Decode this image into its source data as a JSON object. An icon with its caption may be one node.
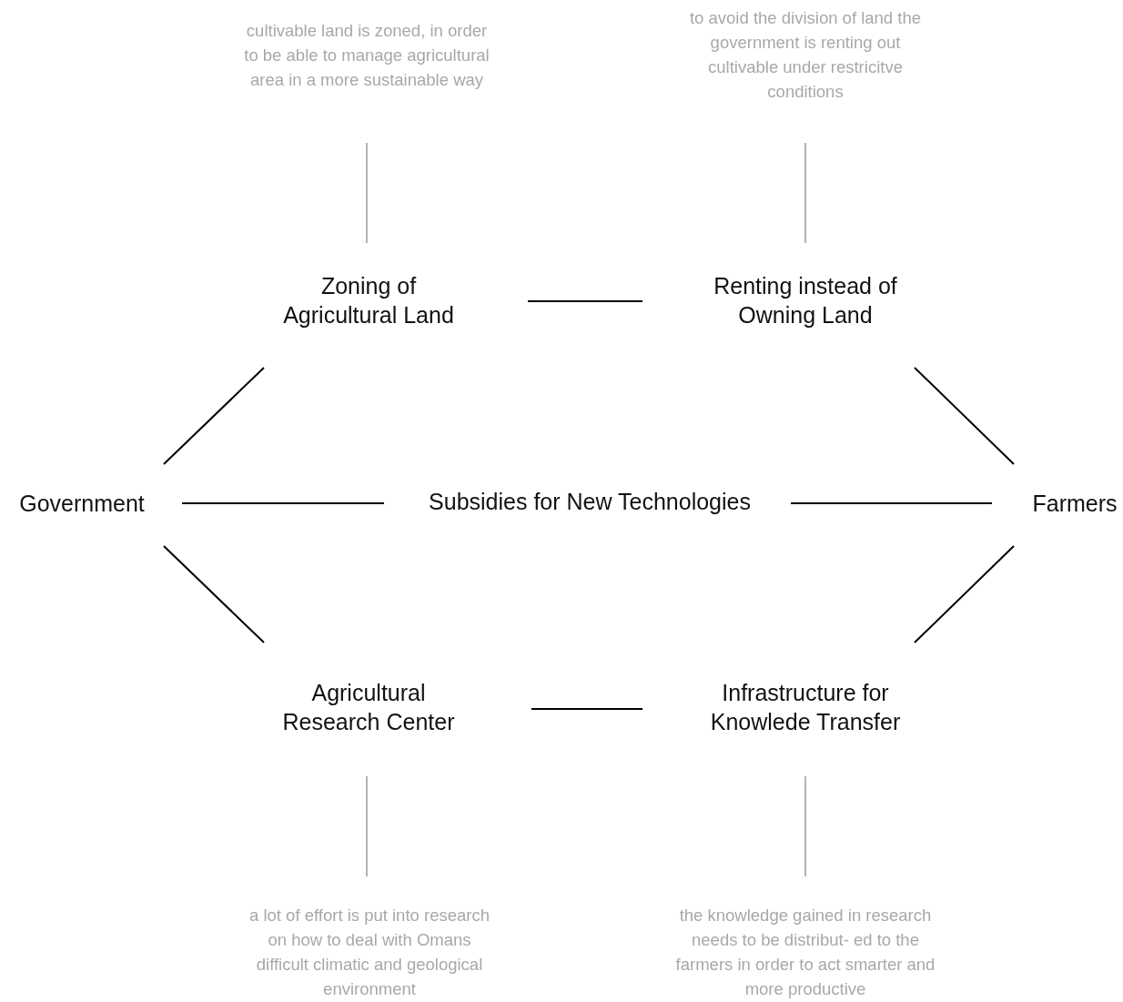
{
  "diagram": {
    "nodes": [
      {
        "text": [
          "Government"
        ]
      },
      {
        "text": [
          "Zoning of Agricultural Land"
        ]
      },
      {
        "text": [
          "Renting instead of Owning Land"
        ]
      },
      {
        "text": [
          "Subsidies for New Technologies"
        ]
      },
      {
        "text": [
          "Farmers"
        ]
      },
      {
        "text": [
          "Agricultural Research Center"
        ]
      },
      {
        "text": [
          "Infrastructure for Knowlede Transfer"
        ]
      },
      {
        "text": [
          "cultivable land is zoned, in order to be able to manage agricultural area in a more sustainable way"
        ]
      },
      {
        "text": [
          "to avoid the division of land the government is renting out cultivable  under restricitve conditions"
        ]
      },
      {
        "text": [
          "a lot of effort is put into research on how to deal with Omans difficult climatic and geological environment"
        ]
      },
      {
        "text": [
          "the knowledge gained in research needs to be distribut- ed to the farmers in order to act smarter and more productive"
        ]
      }
    ],
    "edges": [
      {
        "from": 0,
        "to": 1,
        "arrow": "none"
      },
      {
        "from": 1,
        "to": 2,
        "arrow": "none"
      },
      {
        "from": 2,
        "to": 4,
        "arrow": "none"
      },
      {
        "from": 0,
        "to": 3,
        "arrow": "none"
      },
      {
        "from": 3,
        "to": 4,
        "arrow": "none"
      },
      {
        "from": 0,
        "to": 5,
        "arrow": "none"
      },
      {
        "from": 5,
        "to": 6,
        "arrow": "none"
      },
      {
        "from": 6,
        "to": 4,
        "arrow": "none"
      },
      {
        "from": 7,
        "to": 1,
        "arrow": "none",
        "color": "#b3b3b3"
      },
      {
        "from": 8,
        "to": 2,
        "arrow": "none",
        "color": "#b3b3b3"
      },
      {
        "from": 5,
        "to": 9,
        "arrow": "none",
        "color": "#b3b3b3"
      },
      {
        "from": 6,
        "to": 10,
        "arrow": "none",
        "color": "#b3b3b3"
      }
    ]
  }
}
